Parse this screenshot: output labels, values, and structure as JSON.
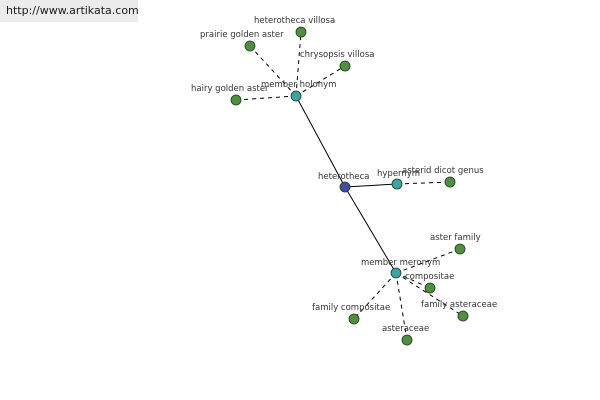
{
  "source": {
    "url_text": "http://www.artikata.com"
  },
  "colors": {
    "center": "#3d4f9e",
    "relation": "#3fa3a3",
    "leaf": "#4f8f3f"
  },
  "graph": {
    "nodes": [
      {
        "id": "heterotheca",
        "label": "heterotheca",
        "kind": "center"
      },
      {
        "id": "member-holonym",
        "label": "member holonym",
        "kind": "relation"
      },
      {
        "id": "hypernym",
        "label": "hypernym",
        "kind": "relation"
      },
      {
        "id": "member-meronym",
        "label": "member meronym",
        "kind": "relation"
      },
      {
        "id": "heterotheca-villosa",
        "label": "heterotheca villosa",
        "kind": "leaf"
      },
      {
        "id": "prairie-golden-aster",
        "label": "prairie golden aster",
        "kind": "leaf"
      },
      {
        "id": "chrysopsis-villosa",
        "label": "chrysopsis villosa",
        "kind": "leaf"
      },
      {
        "id": "hairy-golden-aster",
        "label": "hairy golden aster",
        "kind": "leaf"
      },
      {
        "id": "asterid-dicot-genus",
        "label": "asterid dicot genus",
        "kind": "leaf"
      },
      {
        "id": "aster-family",
        "label": "aster family",
        "kind": "leaf"
      },
      {
        "id": "compositae",
        "label": "compositae",
        "kind": "leaf"
      },
      {
        "id": "family-asteraceae",
        "label": "family asteraceae",
        "kind": "leaf"
      },
      {
        "id": "family-compositae",
        "label": "family compositae",
        "kind": "leaf"
      },
      {
        "id": "asteraceae",
        "label": "asteraceae",
        "kind": "leaf"
      }
    ],
    "edges": [
      {
        "from": "heterotheca",
        "to": "member-holonym",
        "style": "solid"
      },
      {
        "from": "heterotheca",
        "to": "hypernym",
        "style": "solid"
      },
      {
        "from": "heterotheca",
        "to": "member-meronym",
        "style": "solid"
      },
      {
        "from": "member-holonym",
        "to": "heterotheca-villosa",
        "style": "dashed"
      },
      {
        "from": "member-holonym",
        "to": "prairie-golden-aster",
        "style": "dashed"
      },
      {
        "from": "member-holonym",
        "to": "chrysopsis-villosa",
        "style": "dashed"
      },
      {
        "from": "member-holonym",
        "to": "hairy-golden-aster",
        "style": "dashed"
      },
      {
        "from": "hypernym",
        "to": "asterid-dicot-genus",
        "style": "dashed"
      },
      {
        "from": "member-meronym",
        "to": "aster-family",
        "style": "dashed"
      },
      {
        "from": "member-meronym",
        "to": "compositae",
        "style": "dashed"
      },
      {
        "from": "member-meronym",
        "to": "family-asteraceae",
        "style": "dashed"
      },
      {
        "from": "member-meronym",
        "to": "family-compositae",
        "style": "dashed"
      },
      {
        "from": "member-meronym",
        "to": "asteraceae",
        "style": "dashed"
      }
    ]
  }
}
